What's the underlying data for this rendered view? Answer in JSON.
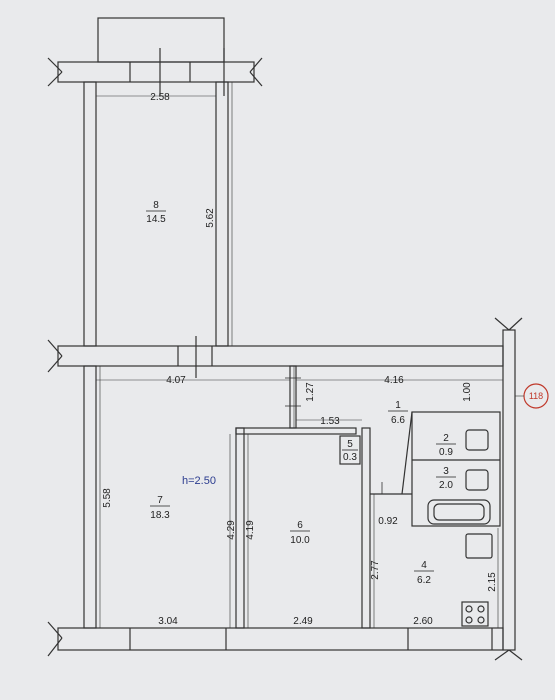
{
  "rooms": [
    {
      "number": "8",
      "area": "14.5"
    },
    {
      "number": "7",
      "area": "18.3"
    },
    {
      "number": "6",
      "area": "10.0"
    },
    {
      "number": "5",
      "area": "0.3"
    },
    {
      "number": "1",
      "area": "6.6"
    },
    {
      "number": "2",
      "area": "0.9"
    },
    {
      "number": "3",
      "area": "2.0"
    },
    {
      "number": "4",
      "area": "6.2"
    }
  ],
  "dimensions": {
    "balcony_width": "2.58",
    "room8_length": "5.62",
    "room7_top_width": "4.07",
    "room1_width": "4.16",
    "corridor_depth": "1.27",
    "entry_depth": "1.00",
    "corridor_width": "1.53",
    "room7_length": "5.58",
    "partition_left": "4.29",
    "partition_right": "4.19",
    "bath_width": "0.92",
    "kitchen_length": "2.77",
    "kitchen_right": "2.15",
    "bottom_left": "3.04",
    "bottom_mid": "2.49",
    "bottom_right": "2.60"
  },
  "ceiling_height": "h=2.50",
  "apartment_tag": "118",
  "colors": {
    "wall": "#333333",
    "background": "#e9eaec",
    "ceiling_text": "#2b3c8f",
    "tag": "#c0392b"
  }
}
